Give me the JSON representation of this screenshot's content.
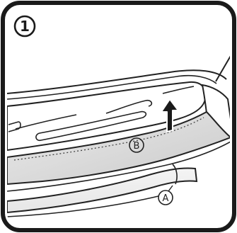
{
  "step": {
    "number": "1"
  },
  "callouts": {
    "a": "A",
    "b": "B"
  },
  "colors": {
    "frame": "#1a1a1a",
    "line": "#222222",
    "panel": "#e2e2e2",
    "panel_dark": "#c9c9c9",
    "background": "#ffffff"
  }
}
